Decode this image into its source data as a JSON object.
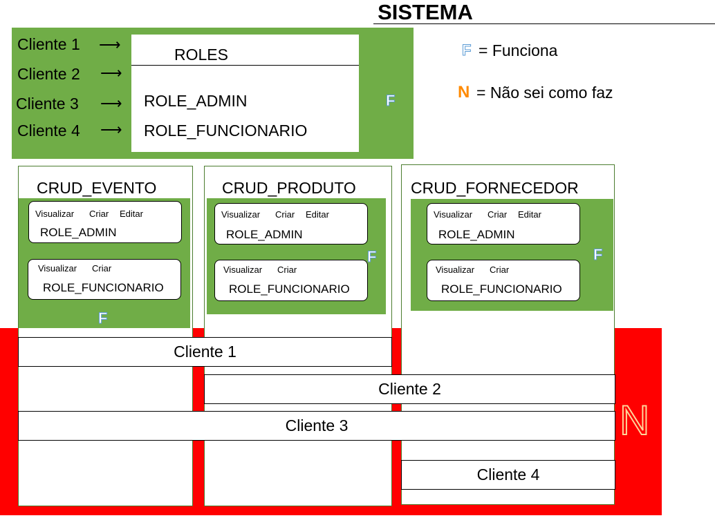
{
  "title": "SISTEMA",
  "top_panel": {
    "clients": [
      "Cliente 1",
      "Cliente 2",
      "Cliente 3",
      "Cliente 4"
    ],
    "arrow": "⟶",
    "roles_header": "ROLES",
    "roles": [
      "ROLE_ADMIN",
      "ROLE_FUNCIONARIO"
    ],
    "status": "F"
  },
  "legend": {
    "f_symbol": "F",
    "f_text": "= Funciona",
    "n_symbol": "N",
    "n_text": "= Não sei como faz"
  },
  "cruds": [
    {
      "title": "CRUD_EVENTO",
      "admin_perms": [
        "Visualizar",
        "Criar",
        "Editar"
      ],
      "admin_role": "ROLE_ADMIN",
      "func_perms": [
        "Visualizar",
        "Criar"
      ],
      "func_role": "ROLE_FUNCIONARIO",
      "status": "F"
    },
    {
      "title": "CRUD_PRODUTO",
      "admin_perms": [
        "Visualizar",
        "Criar",
        "Editar"
      ],
      "admin_role": "ROLE_ADMIN",
      "func_perms": [
        "Visualizar",
        "Criar"
      ],
      "func_role": "ROLE_FUNCIONARIO",
      "status": "F"
    },
    {
      "title": "CRUD_FORNECEDOR",
      "admin_perms": [
        "Visualizar",
        "Criar",
        "Editar"
      ],
      "admin_role": "ROLE_ADMIN",
      "func_perms": [
        "Visualizar",
        "Criar"
      ],
      "func_role": "ROLE_FUNCIONARIO",
      "status": "F"
    }
  ],
  "client_bars": [
    "Cliente 1",
    "Cliente 2",
    "Cliente 3",
    "Cliente 4"
  ],
  "bottom_status": "N",
  "colors": {
    "green": "#70ad47",
    "red": "#ff0000",
    "f_outline": "#5b9bd5",
    "n_orange": "#ff8a00"
  }
}
